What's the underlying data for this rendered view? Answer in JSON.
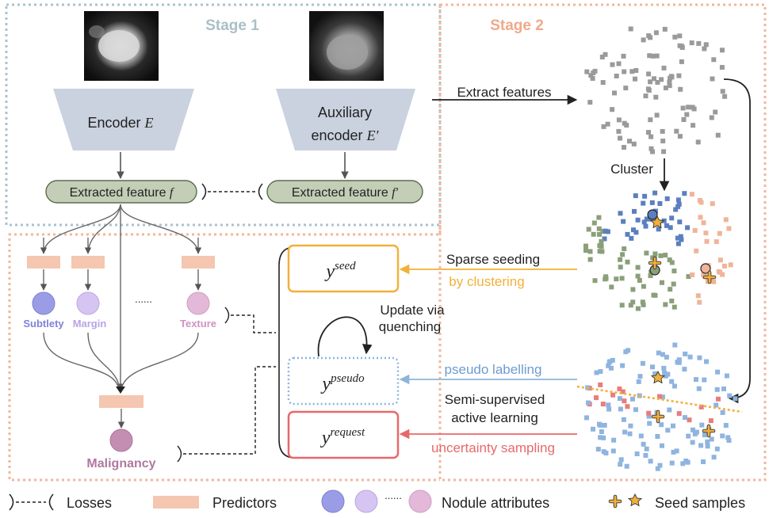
{
  "stage1": {
    "title": "Stage 1"
  },
  "stage2": {
    "title": "Stage 2"
  },
  "encoder": {
    "label": "Encoder",
    "symbol": "E"
  },
  "aux_encoder": {
    "label_line1": "Auxiliary",
    "label_line2": "encoder",
    "symbol": "E′"
  },
  "feature_f": {
    "label": "Extracted feature",
    "symbol": "f"
  },
  "feature_f_prime": {
    "label": "Extracted feature",
    "symbol": "f′"
  },
  "arrows": {
    "extract": "Extract features",
    "cluster": "Cluster",
    "sparse_line1": "Sparse seeding",
    "sparse_line2": "by clustering",
    "update_line1": "Update via",
    "update_line2": "quenching",
    "pseudo": "pseudo labelling",
    "ssal_line1": "Semi-supervised",
    "ssal_line2": "active learning",
    "uncertainty": "uncertainty sampling"
  },
  "labels_y": {
    "seed_base": "y",
    "seed_sup": "seed",
    "pseudo_base": "y",
    "pseudo_sup": "pseudo",
    "request_base": "y",
    "request_sup": "request"
  },
  "attributes": {
    "subtlety": "Subtlety",
    "margin": "Margin",
    "dots": "......",
    "texture": "Texture",
    "malignancy": "Malignancy"
  },
  "legend": {
    "losses": "Losses",
    "predictors": "Predictors",
    "dots": "......",
    "attributes": "Nodule attributes",
    "seeds": "Seed samples"
  },
  "colors": {
    "stage1_border": "#a9c4cc",
    "stage2_border": "#f2b79b",
    "stage1_title": "#a9c0c8",
    "stage2_title": "#f0a98a",
    "encoder_fill": "#c9d2de",
    "feature_fill": "#c4ceb6",
    "predictor": "#f5c6b0",
    "seed_orange": "#f2b03a",
    "pseudo_blue": "#8fb4d9",
    "request_red": "#e8686a",
    "subtlety": "#9a9de6",
    "margin": "#d6c4f2",
    "texture": "#e3b8d9",
    "malignancy": "#c48eb2",
    "gray_points": "#9a9a9a",
    "cluster_blue": "#5b7fbf",
    "cluster_green": "#8a9f7a",
    "cluster_peach": "#f0b49a",
    "al_blue": "#8fb4df",
    "al_red": "#e87d7d"
  }
}
